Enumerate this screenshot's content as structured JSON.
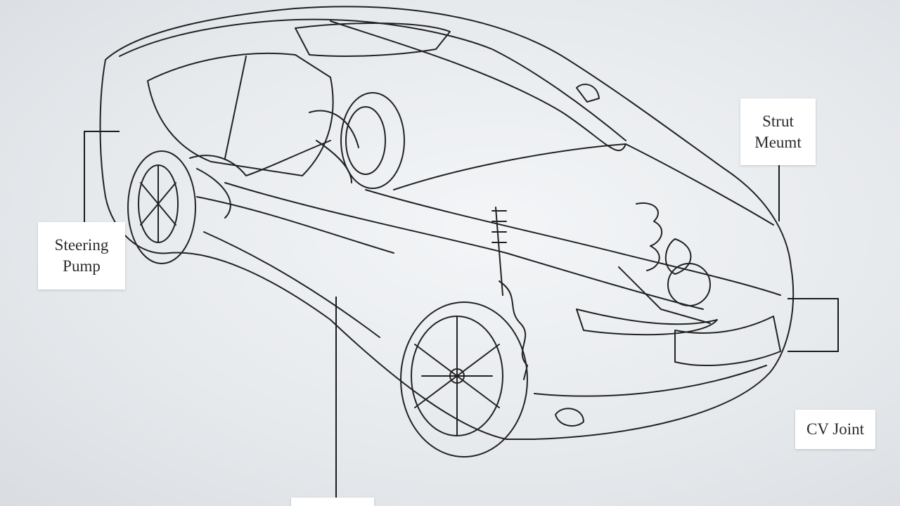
{
  "callouts": {
    "steering_pump": {
      "line1": "Steering",
      "line2": "Pump"
    },
    "strut_mount": {
      "line1": "Strut",
      "line2": "Meumt"
    },
    "cv_joint": {
      "label": "CV Joint"
    },
    "bottom_label": {
      "label": ""
    }
  },
  "colors": {
    "background": "#e6e9ec",
    "line_art": "#222222",
    "callout_fill": "#ffffff",
    "callout_text": "#2b2b2b"
  }
}
